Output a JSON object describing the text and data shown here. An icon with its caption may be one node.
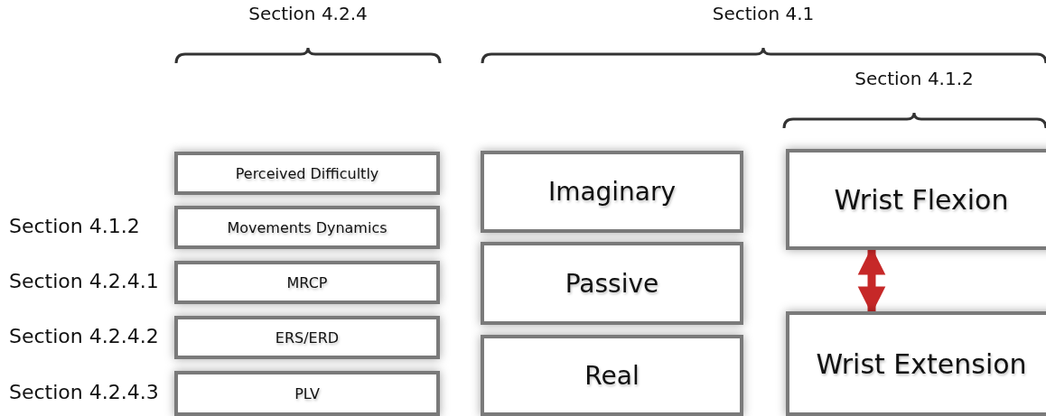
{
  "diagram": {
    "nodes": [
      {
        "text": [
          "Perceived Difficultly"
        ]
      },
      {
        "text": [
          "Movements Dynamics"
        ],
        "beside": [
          "Section 4.1.2"
        ]
      },
      {
        "text": [
          "MRCP"
        ],
        "beside": [
          "Section 4.2.4.1"
        ]
      },
      {
        "text": [
          "ERS/ERD"
        ],
        "beside": [
          "Section 4.2.4.2"
        ]
      },
      {
        "text": [
          "PLV"
        ],
        "beside": [
          "Section 4.2.4.3"
        ]
      },
      {
        "text": [
          "Imaginary"
        ]
      },
      {
        "text": [
          "Passive"
        ]
      },
      {
        "text": [
          "Real"
        ]
      },
      {
        "text": [
          "Wrist Flexion"
        ]
      },
      {
        "text": [
          "Wrist Extension"
        ]
      }
    ],
    "edges": [
      {
        "from": 8,
        "to": 9,
        "arrow": "both",
        "color": "#c62828"
      }
    ],
    "labels": [
      "Section 4.2.4",
      "Section 4.1",
      "Section 4.1.2"
    ]
  }
}
